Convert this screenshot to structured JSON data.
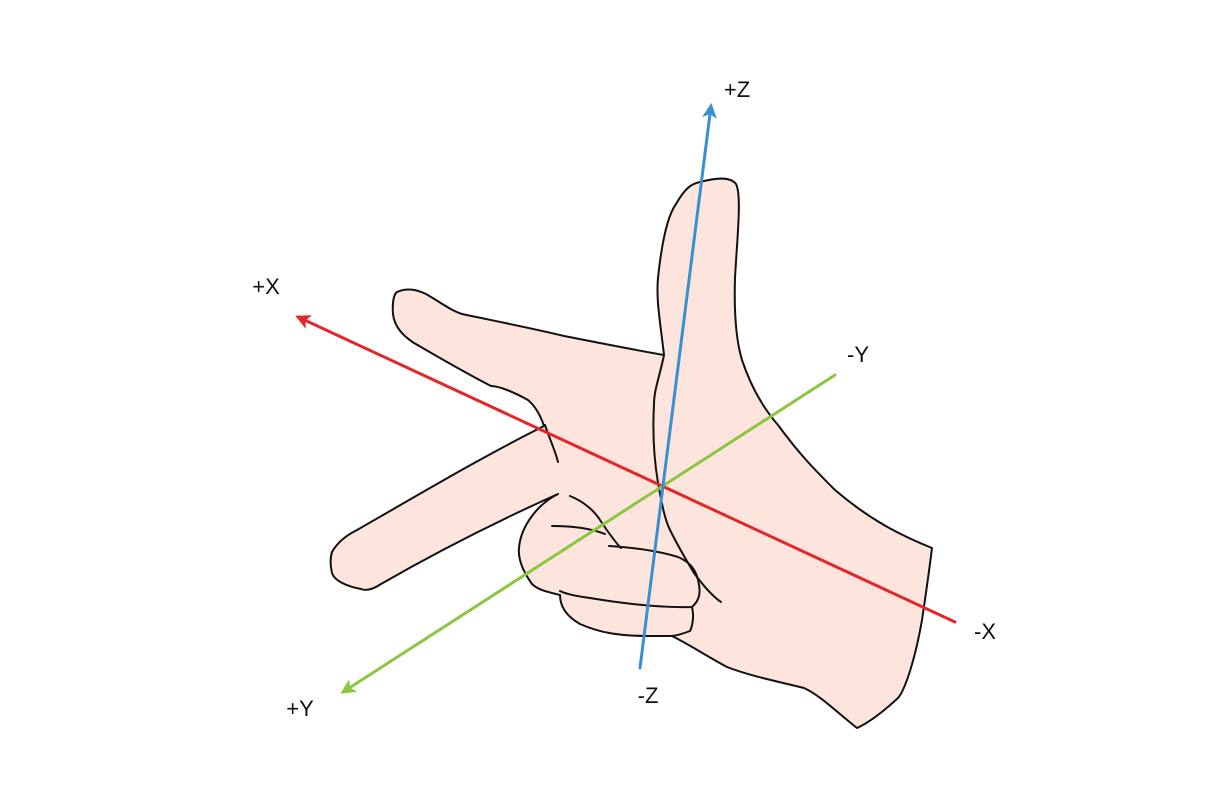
{
  "title": "Right-hand coordinate system",
  "labels": {
    "plus_z": "+Z",
    "minus_z": "-Z",
    "plus_x": "+X",
    "minus_x": "-X",
    "plus_y": "+Y",
    "minus_y": "-Y"
  },
  "colors": {
    "x_axis": "#e3262a",
    "y_axis": "#8cc63f",
    "z_axis": "#3a8fd1",
    "hand_fill": "#fde4dc",
    "outline": "#111111"
  }
}
